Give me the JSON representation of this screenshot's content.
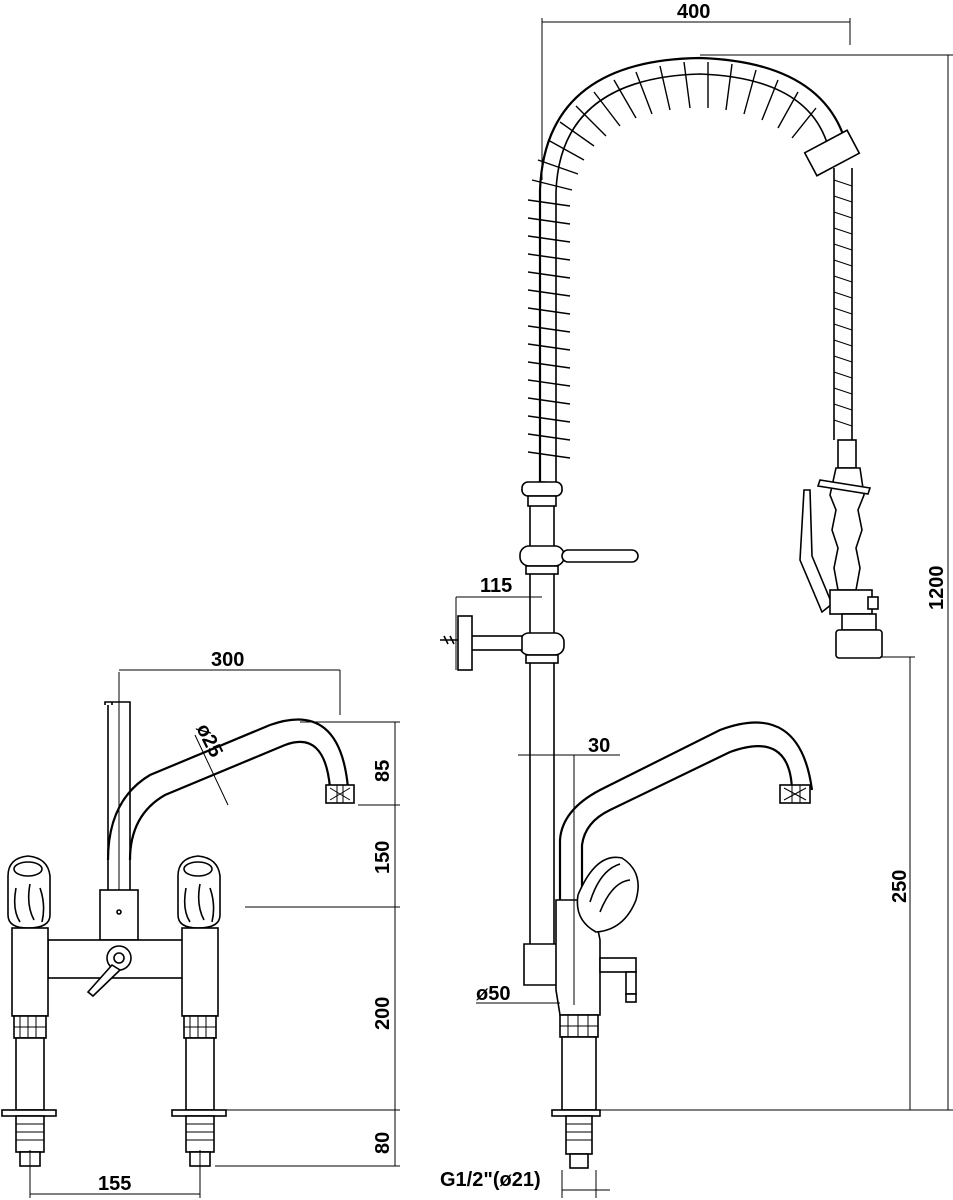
{
  "dimensions": {
    "spout_reach_left": "300",
    "pipe_diameter": "ø25",
    "spout_height_85": "85",
    "spout_height_150": "150",
    "body_height_200": "200",
    "shank_height_80": "80",
    "center_distance": "155",
    "arm_width_400": "400",
    "overall_height": "1200",
    "wall_bracket_offset": "115",
    "column_offset": "30",
    "column_diameter": "ø50",
    "spray_height": "250",
    "connection_thread": "G1/2\"(ø21)"
  }
}
